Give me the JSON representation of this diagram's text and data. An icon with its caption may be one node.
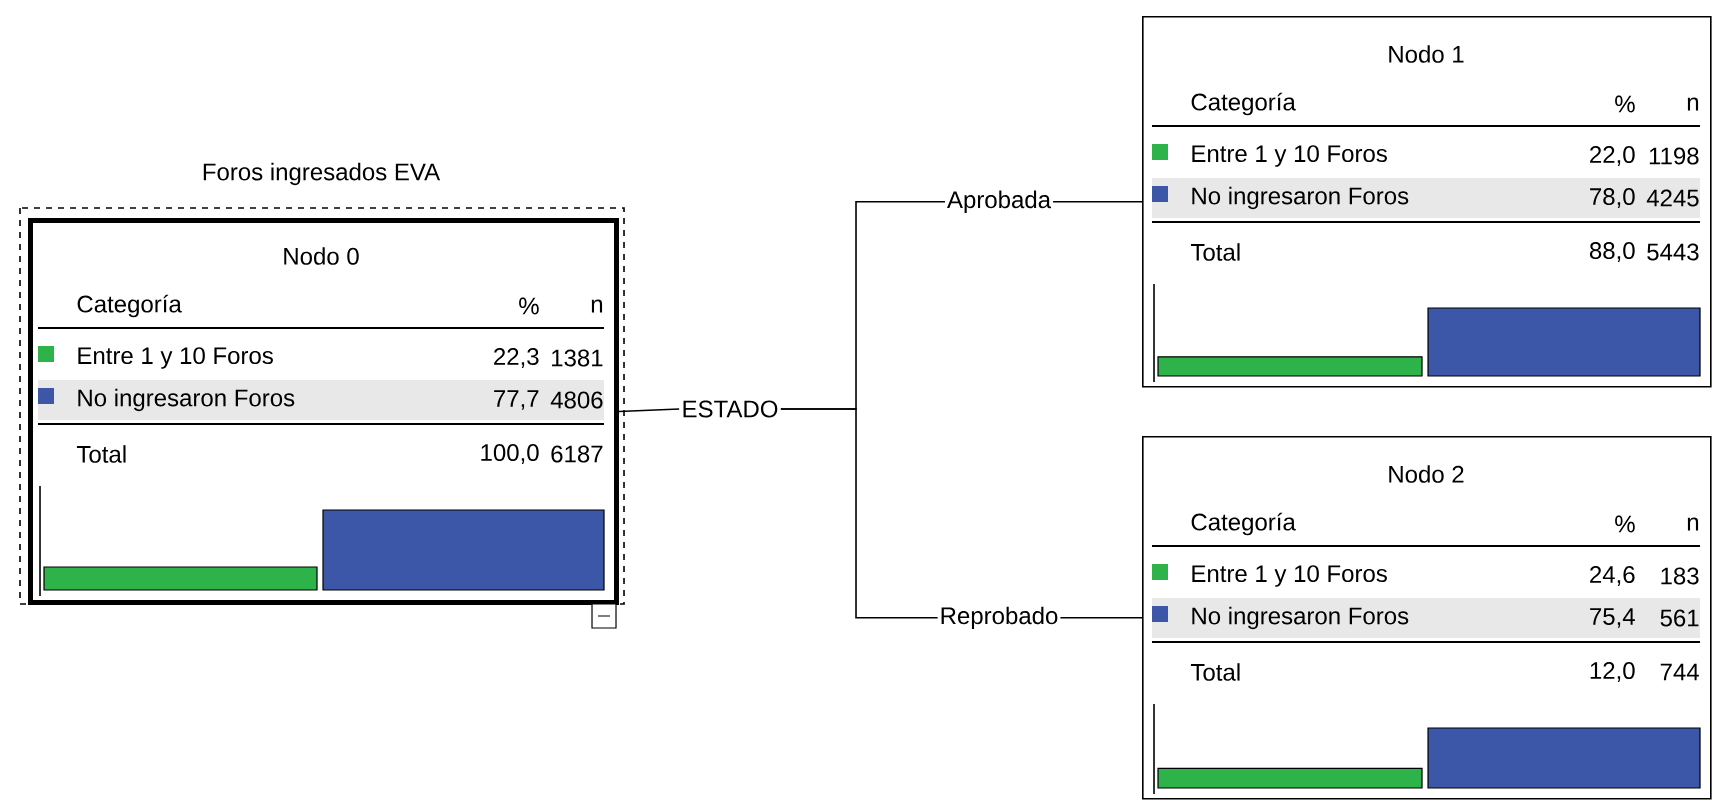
{
  "diagram": {
    "nodes": [
      {
        "text": [
          "Foros ingresados EVA",
          "Nodo 0",
          "Categoría",
          "%",
          "n",
          "Entre 1 y 10 Foros",
          "22,3",
          "1381",
          "No ingresaron Foros",
          "77,7",
          "4806",
          "Total",
          "100,0",
          "6187"
        ]
      },
      {
        "text": [
          "ESTADO"
        ]
      },
      {
        "text": [
          "Nodo 1",
          "Categoría",
          "%",
          "n",
          "Entre 1 y 10 Foros",
          "22,0",
          "1198",
          "No ingresaron Foros",
          "78,0",
          "4245",
          "Total",
          "88,0",
          "5443"
        ]
      },
      {
        "text": [
          "Nodo 2",
          "Categoría",
          "%",
          "n",
          "Entre 1 y 10 Foros",
          "24,6",
          "183",
          "No ingresaron Foros",
          "75,4",
          "561",
          "Total",
          "12,0",
          "744"
        ]
      }
    ],
    "edges": [
      {
        "from": 0,
        "to": 1,
        "arrow": "none"
      },
      {
        "from": 1,
        "to": 2,
        "arrow": "none",
        "label": "Aprobada"
      },
      {
        "from": 1,
        "to": 3,
        "arrow": "none",
        "label": "Reprobado"
      }
    ]
  }
}
